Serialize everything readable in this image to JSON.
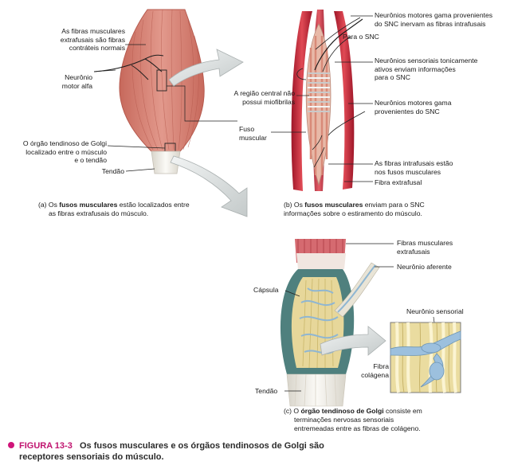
{
  "labels": {
    "fibras_extrafusais": [
      "As fibras musculares",
      "extrafusais são fibras",
      "contráteis normais"
    ],
    "neuronio_motor_alfa": [
      "Neurônio",
      "motor alfa"
    ],
    "orgao_golgi_loc": [
      "O órgão tendinoso de Golgi",
      "localizado entre o músculo",
      "e o tendão"
    ],
    "tendao_a": "Tendão",
    "regiao_central": [
      "A região central não",
      "possui miofibrilas"
    ],
    "fuso_muscular": [
      "Fuso",
      "muscular"
    ],
    "para_snc": "Para o SNC",
    "motores_gama_1": [
      "Neurônios motores gama provenientes",
      "do SNC inervam as fibras intrafusais"
    ],
    "sensoriais": [
      "Neurônios sensoriais tonicamente",
      "ativos enviam informações",
      "para o SNC"
    ],
    "motores_gama_2": [
      "Neurônios motores gama",
      "provenientes do SNC"
    ],
    "intrafusais": [
      "As fibras intrafusais estão",
      "nos fusos musculares"
    ],
    "fibra_extrafusal": "Fibra extrafusal",
    "fibras_musc_extra": [
      "Fibras musculares",
      "extrafusais"
    ],
    "neuronio_aferente": "Neurônio aferente",
    "capsula": "Cápsula",
    "neuronio_sensorial": "Neurônio sensorial",
    "fibra_colagena": [
      "Fibra",
      "colágena"
    ],
    "tendao_c": "Tendão"
  },
  "captions": {
    "a": {
      "tag": "(a)",
      "pre": "Os",
      "bold": "fusos musculares",
      "post": "estão localizados entre",
      "line2": "as fibras extrafusais do músculo."
    },
    "b": {
      "tag": "(b)",
      "pre": "Os",
      "bold": "fusos musculares",
      "post": "enviam para o SNC",
      "line2": "informações sobre o estiramento do músculo."
    },
    "c": {
      "tag": "(c)",
      "pre": "O",
      "bold": "órgão tendinoso de Golgi",
      "post": "consiste em",
      "line2": "terminações nervosas sensoriais",
      "line3": "entremeadas entre as fibras de colágeno."
    }
  },
  "figure": {
    "number": "FIGURA 13-3",
    "title_line1": "Os fusos musculares e os órgãos tendinosos de Golgi são",
    "title_line2": "receptores sensoriais do músculo."
  },
  "colors": {
    "muscle": "#d9877a",
    "muscle_dark": "#c9665a",
    "extrafusal": "#c22a3a",
    "tendon": "#eeeae2",
    "collagen": "#e8dca0",
    "capsule": "#5c8c8c",
    "nerve": "#9cc0d8",
    "arrow": "#d0d4d4",
    "accent": "#d0157a"
  }
}
